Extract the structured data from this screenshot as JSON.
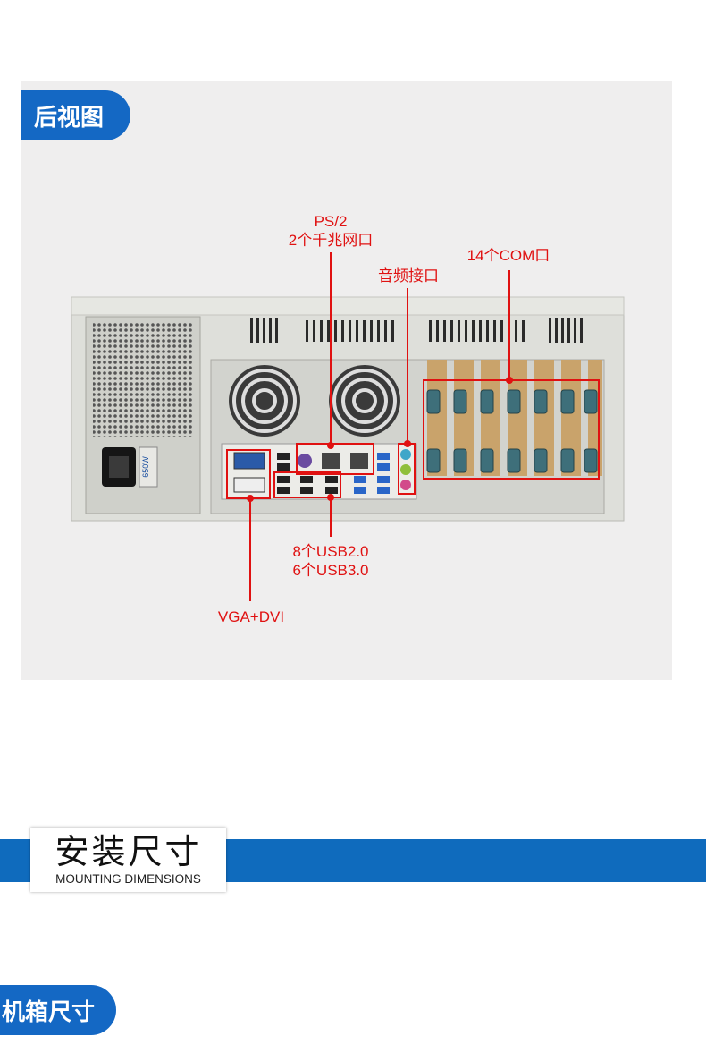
{
  "rear_view": {
    "title": "后视图",
    "callouts": {
      "ps2_line1": "PS/2",
      "ps2_line2": "2个千兆网口",
      "audio": "音频接口",
      "com": "14个COM口",
      "usb_line1": "8个USB2.0",
      "usb_line2": "6个USB3.0",
      "vga": "VGA+DVI"
    },
    "psu_label": "650W"
  },
  "mounting": {
    "title_cn": "安装尺寸",
    "title_en": "MOUNTING DIMENSIONS"
  },
  "chassis_size": {
    "title": "机箱尺寸"
  },
  "colors": {
    "accent_blue": "#1468c4",
    "callout_red": "#e01111",
    "panel_bg": "#efeeee"
  }
}
